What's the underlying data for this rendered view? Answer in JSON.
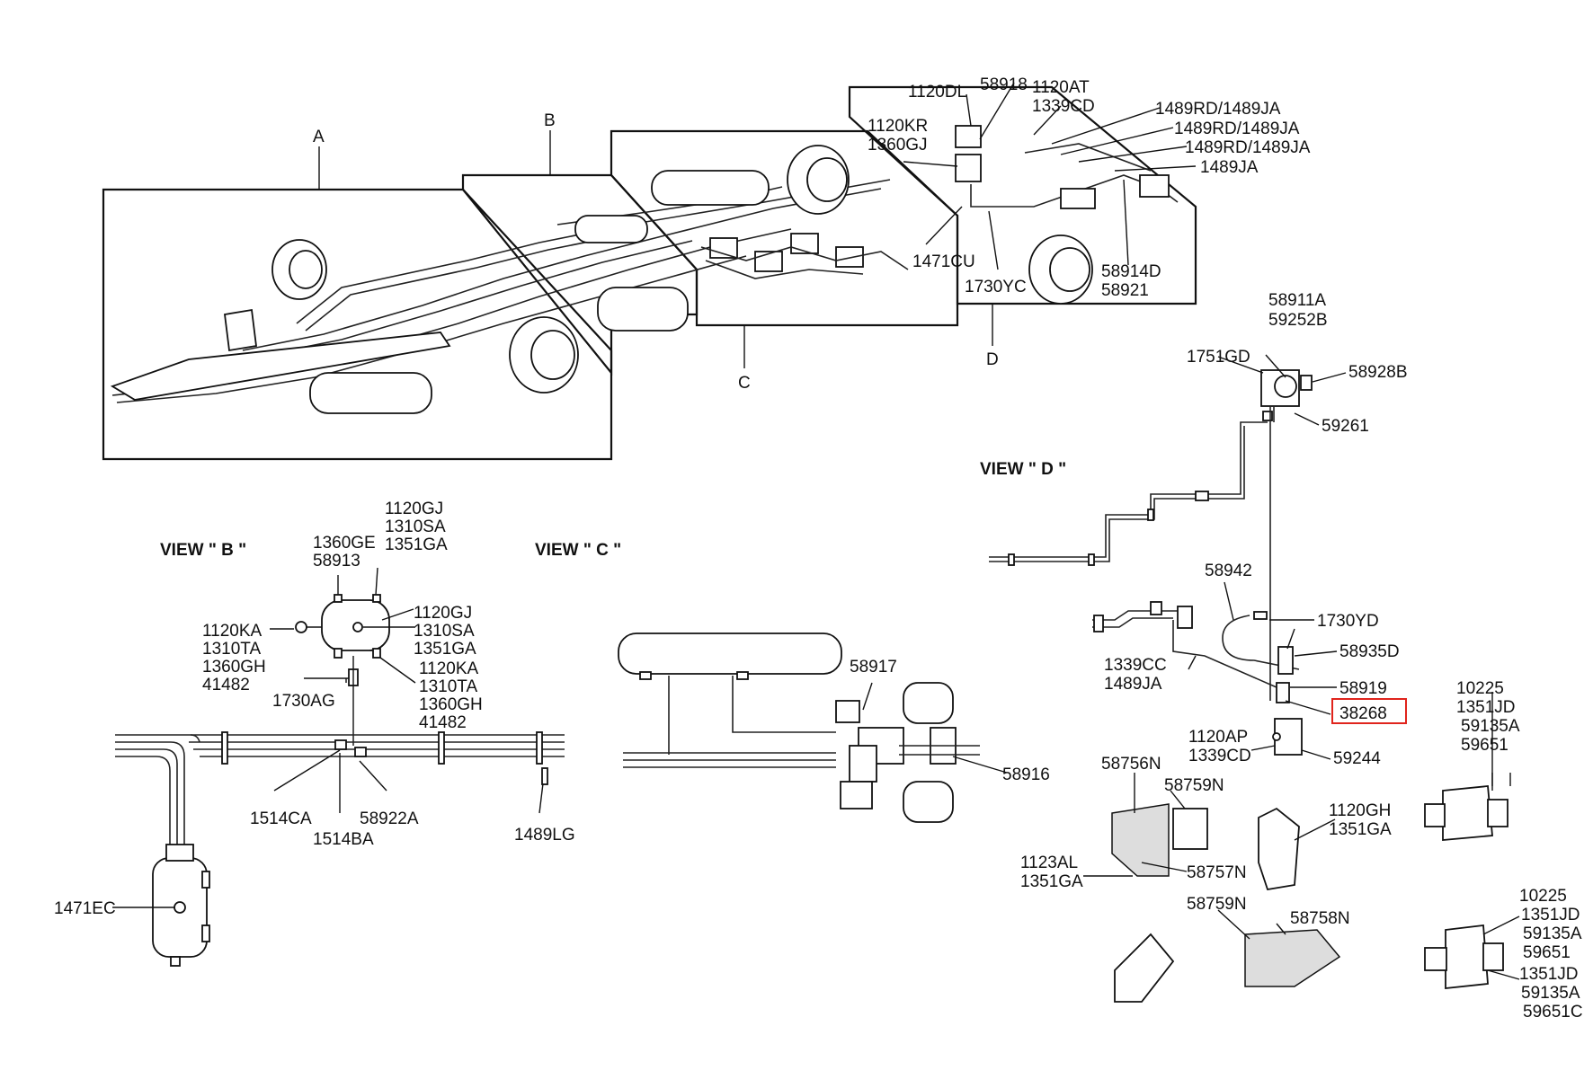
{
  "section_labels": {
    "a": "A",
    "b": "B",
    "c": "C",
    "d": "D"
  },
  "view_titles": {
    "view_b": "VIEW \" B \"",
    "view_c": "VIEW \" C \"",
    "view_d": "VIEW \" D \""
  },
  "top": {
    "l_1120DL": "1120DL",
    "l_58918": "58918",
    "l_1120AT": "1120AT",
    "l_1339CD": "1339CD",
    "l_1489RD_1": "1489RD/1489JA",
    "l_1489RD_2": "1489RD/1489JA",
    "l_1489RD_3": "1489RD/1489JA",
    "l_1489JA": "1489JA",
    "l_1120KR": "1120KR",
    "l_1360GJ": "1360GJ",
    "l_1471CU": "1471CU",
    "l_1730YC": "1730YC",
    "l_58914D": "58914D",
    "l_58921": "58921"
  },
  "view_b": {
    "l_1120GJ_t": "1120GJ",
    "l_1310SA_t": "1310SA",
    "l_1351GA_t": "1351GA",
    "l_1360GE": "1360GE",
    "l_58913": "58913",
    "l_1120GJ_r": "1120GJ",
    "l_1310SA_r": "1310SA",
    "l_1351GA_r": "1351GA",
    "l_1120KA_l": "1120KA",
    "l_1310TA_l": "1310TA",
    "l_1360GH_l": "1360GH",
    "l_41482_l": "41482",
    "l_1730AG": "1730AG",
    "l_1120KA_r": "1120KA",
    "l_1310TA_r": "1310TA",
    "l_1360GH_r": "1360GH",
    "l_41482_r": "41482",
    "l_1514CA": "1514CA",
    "l_1514BA": "1514BA",
    "l_58922A": "58922A",
    "l_1489LG": "1489LG",
    "l_1471EC": "1471EC"
  },
  "view_c": {
    "l_58917": "58917",
    "l_58916": "58916"
  },
  "view_d": {
    "l_58911A": "58911A",
    "l_59252B": "59252B",
    "l_1751GD": "1751GD",
    "l_58928B": "58928B",
    "l_59261": "59261",
    "l_58942": "58942",
    "l_1730YD": "1730YD",
    "l_58935D": "58935D",
    "l_1339CC": "1339CC",
    "l_1489JA": "1489JA",
    "l_58919": "58919",
    "l_38268": "38268",
    "l_1120AP": "1120AP",
    "l_1339CD": "1339CD",
    "l_59244": "59244"
  },
  "parts_right": {
    "l_10225_a": "10225",
    "l_1351JD_a": "1351JD",
    "l_59135A_a": "59135A",
    "l_59651_a": "59651",
    "l_58756N": "58756N",
    "l_58759N_a": "58759N",
    "l_1120GH": "1120GH",
    "l_1351GA_a": "1351GA",
    "l_1123AL": "1123AL",
    "l_1351GA_b": "1351GA",
    "l_58757N": "58757N",
    "l_58759N_b": "58759N",
    "l_58758N": "58758N",
    "l_10225_b": "10225",
    "l_1351JD_b": "1351JD",
    "l_59135A_b": "59135A",
    "l_59651_b": "59651",
    "l_1351JD_c": "1351JD",
    "l_59135A_c": "59135A",
    "l_59651C": "59651C"
  },
  "highlight_color": "#e0241c"
}
